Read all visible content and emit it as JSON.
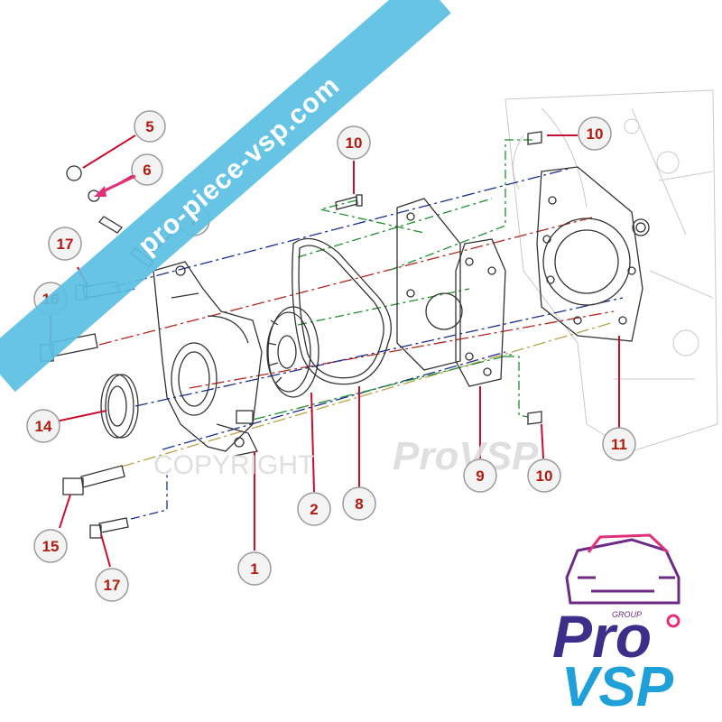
{
  "diagram": {
    "callouts": [
      {
        "id": "c5",
        "label": "5"
      },
      {
        "id": "c6",
        "label": "6"
      },
      {
        "id": "c7",
        "label": "7"
      },
      {
        "id": "c10a",
        "label": "10"
      },
      {
        "id": "c10b",
        "label": "10"
      },
      {
        "id": "c10c",
        "label": "10"
      },
      {
        "id": "c17a",
        "label": "17"
      },
      {
        "id": "c16",
        "label": "16"
      },
      {
        "id": "c14",
        "label": "14"
      },
      {
        "id": "c15",
        "label": "15"
      },
      {
        "id": "c17b",
        "label": "17"
      },
      {
        "id": "c1",
        "label": "1"
      },
      {
        "id": "c2",
        "label": "2"
      },
      {
        "id": "c8",
        "label": "8"
      },
      {
        "id": "c9",
        "label": "9"
      },
      {
        "id": "c11",
        "label": "11"
      }
    ],
    "highlight_color": "#c8102e",
    "line_colors": {
      "blue": "#1c2f8f",
      "red": "#b3261e",
      "green": "#1f8f2f",
      "olive": "#b8a24a"
    }
  },
  "watermark": {
    "copyright": "COPYRIGHT",
    "brand": "ProVSP",
    "ribbon": "pro-piece-vsp.com",
    "ribbon_color": "#5bbfe2"
  },
  "logo": {
    "group": "GROUP",
    "pro": "Pro",
    "vsp": "VSP",
    "colors": {
      "pro": "#3b2f8a",
      "vsp": "#1fa0d8",
      "accent": "#e0307a"
    }
  }
}
